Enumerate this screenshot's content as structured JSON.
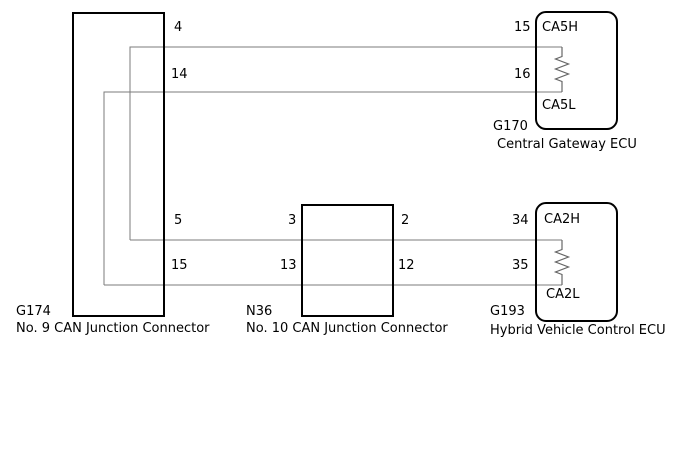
{
  "diagram_type": "CAN bus wiring diagram",
  "colors": {
    "background": "#ffffff",
    "outline": "#000000",
    "wire": "#7b7b7b",
    "text": "#000000"
  },
  "components": {
    "g174": {
      "code": "G174",
      "name": "No. 9 CAN Junction Connector",
      "pins": {
        "top_high": "4",
        "top_low": "14",
        "bottom_high": "5",
        "bottom_low": "15"
      }
    },
    "n36": {
      "code": "N36",
      "name": "No. 10 CAN Junction Connector",
      "pins": {
        "left_high": "3",
        "left_low": "13",
        "right_high": "2",
        "right_low": "12"
      }
    },
    "g170": {
      "code": "G170",
      "name": "Central Gateway ECU",
      "pins": {
        "high": "15",
        "low": "16"
      },
      "terminals": {
        "high": "CA5H",
        "low": "CA5L"
      }
    },
    "g193": {
      "code": "G193",
      "name": "Hybrid Vehicle Control ECU",
      "pins": {
        "high": "34",
        "low": "35"
      },
      "terminals": {
        "high": "CA2H",
        "low": "CA2L"
      }
    }
  }
}
